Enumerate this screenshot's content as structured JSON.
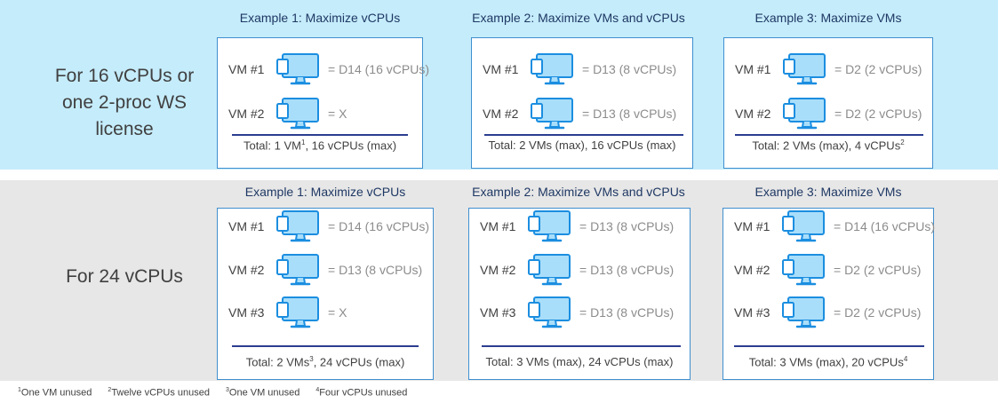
{
  "rows": [
    {
      "label_lines": [
        "For 16 vCPUs or",
        "one 2-proc WS",
        "license"
      ],
      "examples": [
        {
          "title": "Example 1: Maximize vCPUs",
          "vms": [
            {
              "label": "VM #1",
              "size": "= D14 (16 vCPUs)"
            },
            {
              "label": "VM #2",
              "size": "= X"
            }
          ],
          "total": "Total: 1 VM",
          "total_sup": "1",
          "total_rest": ", 16 vCPUs (max)"
        },
        {
          "title": "Example 2: Maximize VMs and vCPUs",
          "vms": [
            {
              "label": "VM #1",
              "size": "= D13 (8 vCPUs)"
            },
            {
              "label": "VM #2",
              "size": "= D13 (8 vCPUs)"
            }
          ],
          "total": "Total: 2 VMs (max), 16 vCPUs (max)",
          "total_sup": "",
          "total_rest": ""
        },
        {
          "title": "Example 3: Maximize VMs",
          "vms": [
            {
              "label": "VM #1",
              "size": "= D2 (2 vCPUs)"
            },
            {
              "label": "VM #2",
              "size": "= D2 (2 vCPUs)"
            }
          ],
          "total": "Total: 2 VMs (max), 4 vCPUs",
          "total_sup": "2",
          "total_rest": ""
        }
      ]
    },
    {
      "label_lines": [
        "For 24 vCPUs"
      ],
      "examples": [
        {
          "title": "Example 1: Maximize vCPUs",
          "vms": [
            {
              "label": "VM #1",
              "size": "= D14 (16 vCPUs)"
            },
            {
              "label": "VM #2",
              "size": "= D13 (8 vCPUs)"
            },
            {
              "label": "VM #3",
              "size": "= X"
            }
          ],
          "total": "Total: 2 VMs",
          "total_sup": "3",
          "total_rest": ", 24 vCPUs (max)"
        },
        {
          "title": "Example 2: Maximize VMs and vCPUs",
          "vms": [
            {
              "label": "VM #1",
              "size": "= D13 (8 vCPUs)"
            },
            {
              "label": "VM #2",
              "size": "= D13 (8 vCPUs)"
            },
            {
              "label": "VM #3",
              "size": "= D13 (8 vCPUs)"
            }
          ],
          "total": "Total: 3 VMs (max), 24 vCPUs (max)",
          "total_sup": "",
          "total_rest": ""
        },
        {
          "title": "Example 3: Maximize VMs",
          "vms": [
            {
              "label": "VM #1",
              "size": "= D14 (16 vCPUs)"
            },
            {
              "label": "VM #2",
              "size": "= D2 (2 vCPUs)"
            },
            {
              "label": "VM #3",
              "size": "= D2 (2 vCPUs)"
            }
          ],
          "total": "Total: 3 VMs (max), 20 vCPUs",
          "total_sup": "4",
          "total_rest": ""
        }
      ]
    }
  ],
  "footnotes": [
    {
      "num": "1",
      "text": "One VM unused"
    },
    {
      "num": "2",
      "text": "Twelve vCPUs unused"
    },
    {
      "num": "3",
      "text": "One VM unused"
    },
    {
      "num": "4",
      "text": "Four vCPUs unused"
    }
  ],
  "colors": {
    "band_top": "#c5ecfb",
    "band_bottom": "#e7e7e7",
    "card_border": "#3f8fcf",
    "monitor_fill": "#a9defa",
    "monitor_stroke": "#1b8ee0",
    "title_text": "#1f3864",
    "total_rule": "#2b3d8f"
  },
  "icon": "monitor-icon"
}
